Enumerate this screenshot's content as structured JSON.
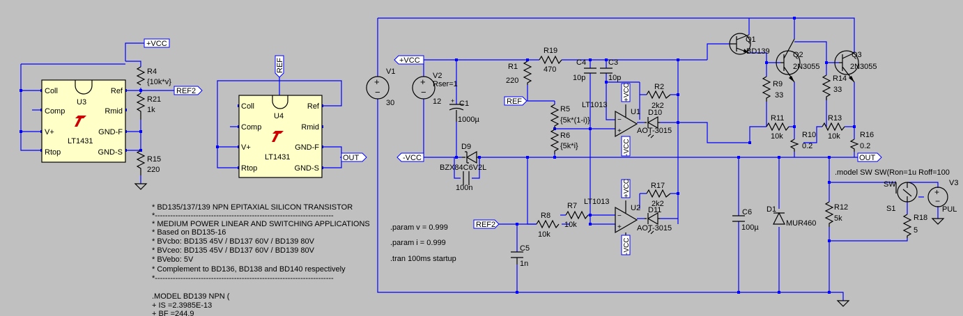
{
  "colors": {
    "background": "#c0c0c0",
    "wire": "#0000ff",
    "component": "#000000",
    "ic_body": "#ffffc8",
    "logo": "#cc0000"
  },
  "labels": {
    "vcc_pos": "+VCC",
    "vcc_neg": "-VCC",
    "ref": "REF",
    "ref2": "REF2",
    "out": "OUT",
    "sw": "SW"
  },
  "u3": {
    "name": "U3",
    "part": "LT1431",
    "pins": {
      "coll": "Coll",
      "comp": "Comp",
      "vplus": "V+",
      "rtop": "Rtop",
      "ref": "Ref",
      "rmid": "Rmid",
      "gndf": "GND-F",
      "gnds": "GND-S"
    }
  },
  "u4": {
    "name": "U4",
    "part": "LT1431",
    "pins": {
      "coll": "Coll",
      "comp": "Comp",
      "vplus": "V+",
      "rtop": "Rtop",
      "ref": "Ref",
      "rmid": "Rmid",
      "gndf": "GND-F",
      "gnds": "GND-S"
    }
  },
  "components": {
    "r4": {
      "name": "R4",
      "value": "{10k*v}"
    },
    "r21": {
      "name": "R21",
      "value": "1k"
    },
    "r15": {
      "name": "R15",
      "value": "220"
    },
    "v1": {
      "name": "V1",
      "value": "30"
    },
    "v2": {
      "name": "V2",
      "value": "12",
      "extra": "Rser=1"
    },
    "c1": {
      "name": "C1",
      "value": "1000µ"
    },
    "d9": {
      "name": "D9",
      "value": "BZX84C6V2L"
    },
    "c2_value": "100n",
    "r19": {
      "name": "R19",
      "value": "470"
    },
    "r1": {
      "name": "R1",
      "value": "220"
    },
    "r5": {
      "name": "R5",
      "value": "{5k*(1-i)}"
    },
    "r6": {
      "name": "R6",
      "value": "{5k*i}"
    },
    "c4": {
      "name": "C4",
      "value": "10p"
    },
    "c3": {
      "name": "C3",
      "value": "10p"
    },
    "u1": {
      "name": "U1",
      "part": "LT1013",
      "plus": "+VCC",
      "minus": "-VCC"
    },
    "u2": {
      "name": "U2",
      "part": "LT1013",
      "plus": "+VCC",
      "minus": "-VCC"
    },
    "r2": {
      "name": "R2",
      "value": "2k2"
    },
    "d10": {
      "name": "D10",
      "value": "AOT-3015"
    },
    "r17": {
      "name": "R17",
      "value": "2k2"
    },
    "d11": {
      "name": "D11",
      "value": "AOT-3015"
    },
    "r8": {
      "name": "R8",
      "value": "10k"
    },
    "r7": {
      "name": "R7",
      "value": "10k"
    },
    "c5": {
      "name": "C5",
      "value": "1n"
    },
    "q1": {
      "name": "Q1",
      "value": "BD139"
    },
    "q2": {
      "name": "Q2",
      "value": "2N3055"
    },
    "q3": {
      "name": "Q3",
      "value": "2N3055"
    },
    "r9": {
      "name": "R9",
      "value": "33"
    },
    "r14": {
      "name": "R14",
      "value": "33"
    },
    "r11": {
      "name": "R11",
      "value": "10k"
    },
    "r10": {
      "name": "R10",
      "value": "0.2"
    },
    "r13": {
      "name": "R13",
      "value": "10k"
    },
    "r16": {
      "name": "R16",
      "value": "0.2"
    },
    "c6": {
      "name": "C6",
      "value": "100µ"
    },
    "d1": {
      "name": "D1",
      "value": "MUR460"
    },
    "r12": {
      "name": "R12",
      "value": "5k"
    },
    "s1": {
      "name": "S1"
    },
    "r18": {
      "name": "R18",
      "value": "5"
    },
    "v3": {
      "name": "V3",
      "value": "PUL"
    }
  },
  "directives": {
    "param_v": ".param v = 0.999",
    "param_i": ".param i = 0.999",
    "tran": ".tran 100ms startup",
    "model_sw": ".model SW SW(Ron=1u Roff=100"
  },
  "model_comment": [
    "* BD135/137/139 NPN EPITAXIAL SILICON TRANSISTOR",
    "*----------------------------------------------------------------------",
    "* MEDIUM POWER LINEAR AND SWITCHING APPLICATIONS",
    "* Based on BD135-16",
    "* BVcbo: BD135 45V / BD137 60V / BD139 80V",
    "* BVceo: BD135 45V / BD137 60V / BD139 80V",
    "* BVebo: 5V",
    "* Complement to BD136, BD138 and BD140 respectively",
    "*----------------------------------------------------------------------",
    "",
    ".MODEL BD139 NPN (",
    "+ IS =2.3985E-13",
    "+ BF =244.9"
  ]
}
